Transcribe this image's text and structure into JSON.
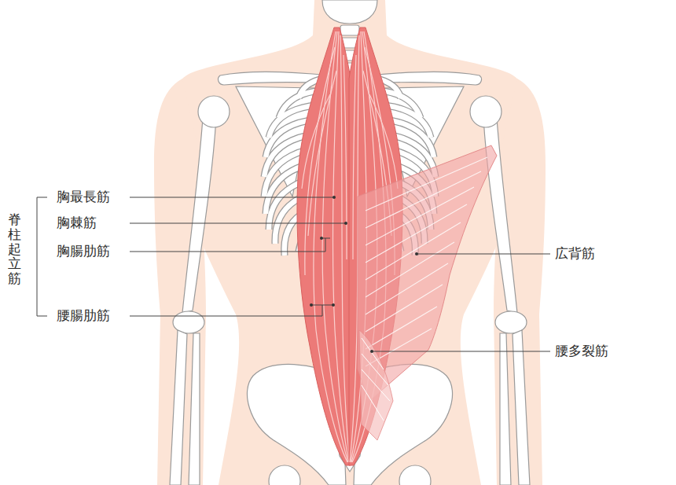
{
  "diagram": {
    "labels": [
      "脊柱起立筋",
      "胸最長筋",
      "胸棘筋",
      "胸腸肋筋",
      "腰腸肋筋",
      "広背筋",
      "腰多裂筋"
    ]
  }
}
